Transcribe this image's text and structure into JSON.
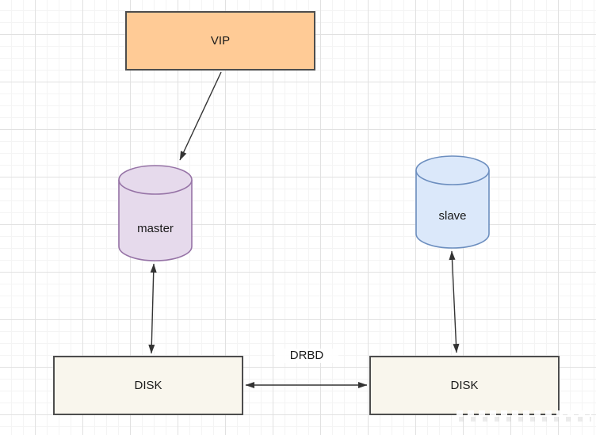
{
  "diagram": {
    "type": "drbd-replication-architecture",
    "arrow_color": "#333333",
    "grid": {
      "minor_color": "#f4f4f4",
      "major_color": "#e1e1e1",
      "minor_step": 15,
      "major_step": 60
    },
    "nodes": {
      "vip": {
        "label": "VIP",
        "shape": "rect",
        "fill": "#FFCB96",
        "stroke": "#4d4d4d"
      },
      "master": {
        "label": "master",
        "shape": "cylinder",
        "fill": "#E6DAEC",
        "stroke": "#9673A6"
      },
      "slave": {
        "label": "slave",
        "shape": "cylinder",
        "fill": "#DBE8FA",
        "stroke": "#6C8EBF"
      },
      "disk_left": {
        "label": "DISK",
        "shape": "rect",
        "fill": "#F9F6ED",
        "stroke": "#4d4d4d"
      },
      "disk_right": {
        "label": "DISK",
        "shape": "rect",
        "fill": "#F9F6ED",
        "stroke": "#4d4d4d"
      }
    },
    "edges": {
      "vip_to_master": {
        "from": "vip",
        "to": "master",
        "label": "",
        "arrows": "end"
      },
      "master_disk": {
        "from": "master",
        "to": "disk_left",
        "label": "",
        "arrows": "both"
      },
      "slave_disk": {
        "from": "slave",
        "to": "disk_right",
        "label": "",
        "arrows": "both"
      },
      "drbd": {
        "from": "disk_left",
        "to": "disk_right",
        "label": "DRBD",
        "arrows": "both"
      }
    }
  }
}
